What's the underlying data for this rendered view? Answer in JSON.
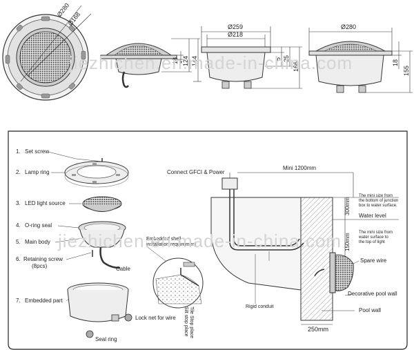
{
  "watermark": "jiezhichen.en.made-in-china.com",
  "dimensions": {
    "top_dia_280": "Ø280",
    "top_dia_168": "Ø168",
    "side1_h18": "18",
    "side1_h124": "124",
    "side1_h144": "144",
    "emb_dia_259": "Ø259",
    "emb_dia_218": "Ø218",
    "emb_h5": "5",
    "emb_h25": "25",
    "emb_h166": "166",
    "full_dia_280": "Ø280",
    "full_h18": "18",
    "full_h155": "155"
  },
  "parts": [
    {
      "num": "1.",
      "label": "Set screw"
    },
    {
      "num": "2.",
      "label": "Lamp ring"
    },
    {
      "num": "3.",
      "label": "LED light source"
    },
    {
      "num": "4.",
      "label": "O-ring seal"
    },
    {
      "num": "5.",
      "label": "Main body"
    },
    {
      "num": "6.",
      "label": "Retaining screw"
    },
    {
      "num": "7.",
      "label": "Embedded part"
    }
  ],
  "part6_qty": "(8pcs)",
  "extra_labels": {
    "cable": "Cable",
    "lock_net": "Lock net for wire",
    "seal_ring": "Seal ring",
    "embedded_req_1": "Embedded shell",
    "embedded_req_2": "installation requirement",
    "tile_stop": "Tile Stop place",
    "silt_stop": "Silt stop place"
  },
  "install": {
    "gfci": "Connect GFCI & Power",
    "mini_len": "Mini 1200mm",
    "dist_300": "300mm",
    "dist_150": "150mm",
    "dist_250": "250mm",
    "note_junction_1": "The mini size from",
    "note_junction_2": "the bottom of junction",
    "note_junction_3": "box to water surface.",
    "water_level": "Water level",
    "note_light_1": "The mini size from",
    "note_light_2": "water surface to",
    "note_light_3": "the top of light",
    "spare_wire": "Spare wire",
    "rigid_conduit": "Rigid conduit",
    "decorative_wall": "Decorative pool wall",
    "pool_wall": "Pool wall"
  }
}
